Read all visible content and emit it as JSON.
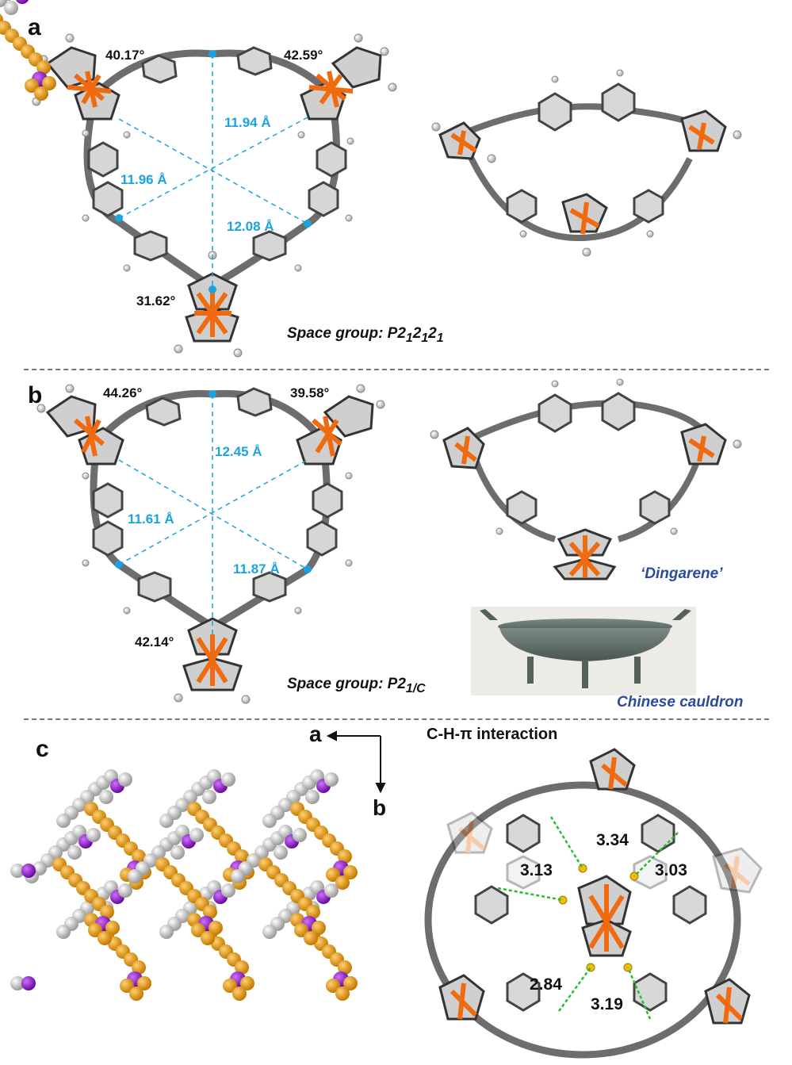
{
  "panels": {
    "a": {
      "letter": "a",
      "angles": [
        "40.17°",
        "42.59°",
        "31.62°"
      ],
      "distances": [
        "11.94 Å",
        "11.96 Å",
        "12.08 Å"
      ],
      "space_group": {
        "prefix": "Space group: P2",
        "sub1": "1",
        "mid1": "2",
        "sub2": "1",
        "mid2": "2",
        "sub3": "1"
      }
    },
    "b": {
      "letter": "b",
      "angles": [
        "44.26°",
        "39.58°",
        "42.14°"
      ],
      "distances": [
        "12.45 Å",
        "11.61 Å",
        "11.87 Å"
      ],
      "space_group": {
        "prefix": "Space group: P2",
        "sub": "1/C"
      },
      "dingarene": "‘Dingarene’",
      "cauldron_caption": "Chinese cauldron"
    },
    "c": {
      "letter": "c",
      "axis_a": "a",
      "axis_b": "b",
      "interaction_title": "C-H-π interaction",
      "distances": [
        "3.34",
        "3.13",
        "3.03",
        "2.84",
        "3.19"
      ]
    }
  },
  "colors": {
    "fe": "#f06a10",
    "carbon": "#7a7a7a",
    "hydrogen": "#e0e0e0",
    "dash_blue": "#1aa3e0",
    "contact_green": "#22c02a",
    "packing_orange": "#f0a020",
    "packing_purple": "#9a1ec8",
    "packing_white": "#d8d8d8",
    "caption_blue": "#2b4c9a",
    "bronze": "#5d6e68"
  }
}
